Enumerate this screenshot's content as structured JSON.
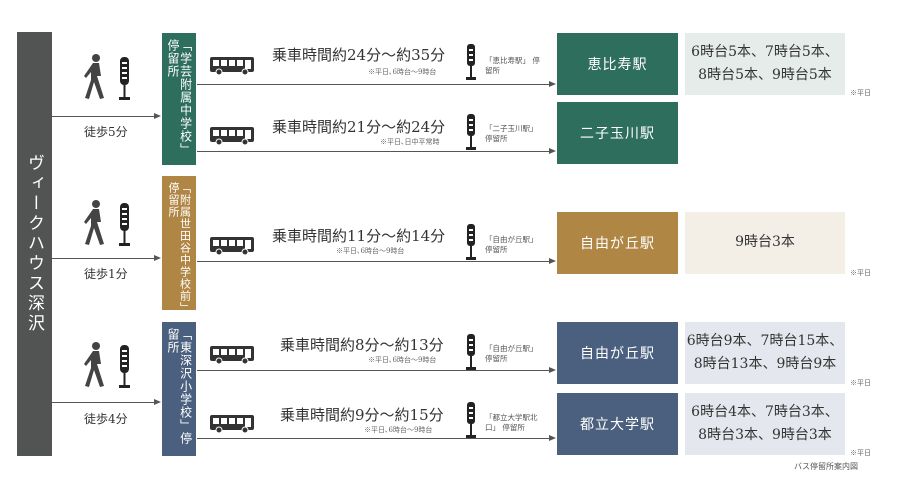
{
  "colors": {
    "origin": "#525454",
    "green": "#2e6e5c",
    "brown": "#b08645",
    "navy": "#4b607e",
    "freq_green": "#e5ecea",
    "freq_brown": "#f4efe6",
    "freq_navy": "#e4e7ed"
  },
  "origin": {
    "label": "ヴィークハウス深沢"
  },
  "groups": [
    {
      "walk": "徒歩5分",
      "stop": "「学芸附属中学校」停留所",
      "color": "green",
      "routes": [
        {
          "time": "乗車時間約24分〜約35分",
          "note": "※平日､6時台〜9時台",
          "sign": "「恵比寿駅」 停留所",
          "dest": "恵比寿駅",
          "freq": [
            "6時台5本、7時台5本、",
            "8時台5本、9時台5本"
          ],
          "weekday": "※平日"
        },
        {
          "time": "乗車時間約21分〜約24分",
          "note": "※平日､日中平常時",
          "sign": "「二子玉川駅」 停留所",
          "dest": "二子玉川駅"
        }
      ]
    },
    {
      "walk": "徒歩1分",
      "stop": "「附属世田谷中学校前」停留所",
      "color": "brown",
      "routes": [
        {
          "time": "乗車時間約11分〜約14分",
          "note": "※平日､6時台〜9時台",
          "sign": "「自由が丘駅」 停留所",
          "dest": "自由が丘駅",
          "freq": [
            "9時台3本"
          ],
          "weekday": "※平日"
        }
      ]
    },
    {
      "walk": "徒歩4分",
      "stop": "「東深沢小学校」停留所",
      "color": "navy",
      "routes": [
        {
          "time": "乗車時間約8分〜約13分",
          "note": "※平日､6時台〜9時台",
          "sign": "「自由が丘駅」 停留所",
          "dest": "自由が丘駅",
          "freq": [
            "6時台9本、7時台15本、",
            "8時台13本、9時台9本"
          ],
          "weekday": "※平日"
        },
        {
          "time": "乗車時間約9分〜約15分",
          "note": "※平日､6時台〜9時台",
          "sign": "「都立大学駅北口」 停留所",
          "dest": "都立大学駅",
          "freq": [
            "6時台4本、7時台3本、",
            "8時台3本、9時台3本"
          ],
          "weekday": "※平日"
        }
      ]
    }
  ],
  "caption": "バス停留所案内図"
}
